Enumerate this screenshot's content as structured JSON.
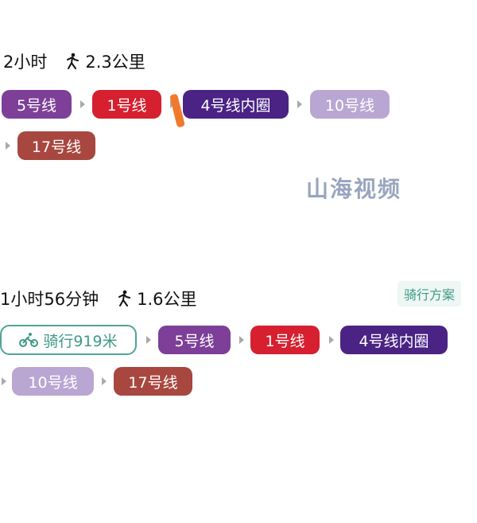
{
  "routes": [
    {
      "duration": "2小时",
      "walk": "2.3公里",
      "lines": [
        "5号线",
        "1号线",
        "4号线内圈",
        "10号线",
        "17号线"
      ]
    },
    {
      "duration": "1小时56分钟",
      "walk": "1.6公里",
      "badge": "骑行方案",
      "bike": "骑行919米",
      "lines": [
        "5号线",
        "1号线",
        "4号线内圈",
        "10号线",
        "17号线"
      ]
    }
  ],
  "watermark": "山海视频",
  "colors": {
    "line5": "#7d3f97",
    "line1": "#d61f2f",
    "line4": "#4a2385",
    "line10": "#baa6d2",
    "line17": "#a8473f",
    "bike": "#3e9a86"
  }
}
